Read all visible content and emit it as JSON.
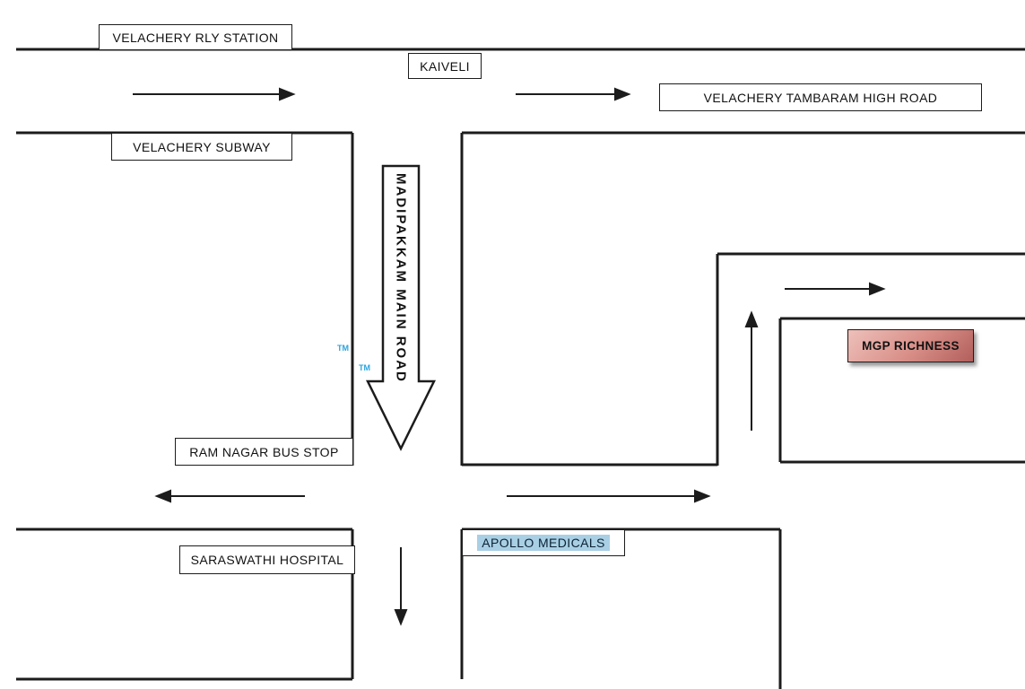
{
  "map": {
    "labels": {
      "velachery_rly_station": "VELACHERY RLY STATION",
      "kaiveli": "KAIVELI",
      "velachery_tambaram_high_road": "VELACHERY TAMBARAM HIGH ROAD",
      "velachery_subway": "VELACHERY SUBWAY",
      "madipakkam_main_road": "MADIPAKKAM MAIN ROAD",
      "ram_nagar_bus_stop": "RAM NAGAR BUS STOP",
      "mgp_richness": "MGP RICHNESS",
      "saraswathi_hospital": "SARASWATHI HOSPITAL",
      "apollo_medicals": "APOLLO MEDICALS"
    },
    "watermarks": {
      "tm1": "TM",
      "tm2": "TM"
    },
    "arrows": [
      {
        "name": "top-left-arrow",
        "direction": "right"
      },
      {
        "name": "top-right-arrow",
        "direction": "right"
      },
      {
        "name": "madipakkam-main-road-arrow",
        "direction": "down"
      },
      {
        "name": "bottom-road-left-arrow",
        "direction": "left"
      },
      {
        "name": "bottom-road-right-arrow",
        "direction": "right"
      },
      {
        "name": "mgp-approach-arrow",
        "direction": "up"
      },
      {
        "name": "mgp-lane-arrow",
        "direction": "right"
      },
      {
        "name": "road-continues-arrow",
        "direction": "down"
      }
    ],
    "colors": {
      "background": "#ffffff",
      "road_line": "#1c1c1c",
      "label_border": "#1c1c1c",
      "mgp_box_gradient_start": "#eec0ba",
      "mgp_box_gradient_end": "#b25f5c",
      "tm_watermark": "#2aa3dc",
      "apollo_highlight": "#a9cfe4"
    }
  }
}
